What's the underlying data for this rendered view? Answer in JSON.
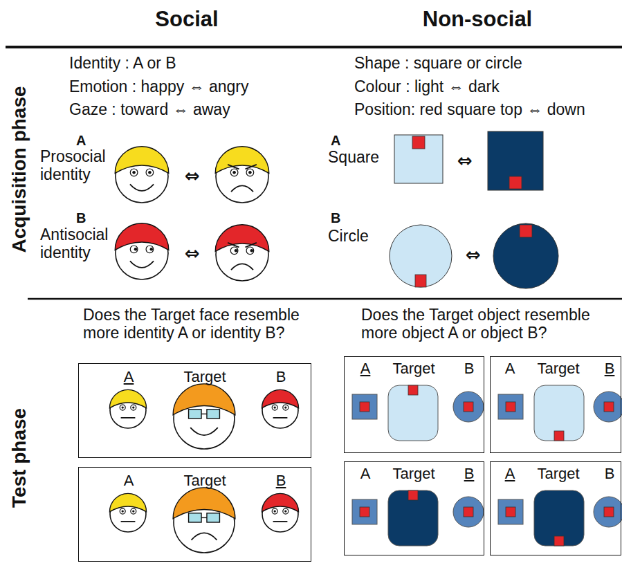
{
  "diagram": {
    "nodes": [
      {
        "text": [
          "A",
          "Target",
          "B"
        ]
      },
      {
        "text": [
          "A",
          "Target",
          "B"
        ]
      },
      {
        "text": [
          "A",
          "Target",
          "B"
        ]
      },
      {
        "text": [
          "A",
          "Target",
          "B"
        ]
      },
      {
        "text": [
          "A",
          "Target",
          "B"
        ]
      },
      {
        "text": [
          "A",
          "Target",
          "B"
        ]
      }
    ],
    "labels": [
      "Social",
      "Non-social",
      "Acquisition phase",
      "Test phase",
      "Identity : A or B",
      "Emotion : happy ⇔ angry",
      "Gaze : toward ⇔ away",
      "A",
      "Prosocial identity",
      "⇔",
      "B",
      "Antisocial identity",
      "⇔",
      "Shape : square or circle",
      "Colour : light ⇔ dark",
      "Position: red square top ⇔ down",
      "A",
      "Square",
      "⇔",
      "B",
      "Circle",
      "⇔",
      "Does the Target face resemble more identity A or identity B?",
      "Does the Target object resemble more object A or object B?"
    ]
  }
}
